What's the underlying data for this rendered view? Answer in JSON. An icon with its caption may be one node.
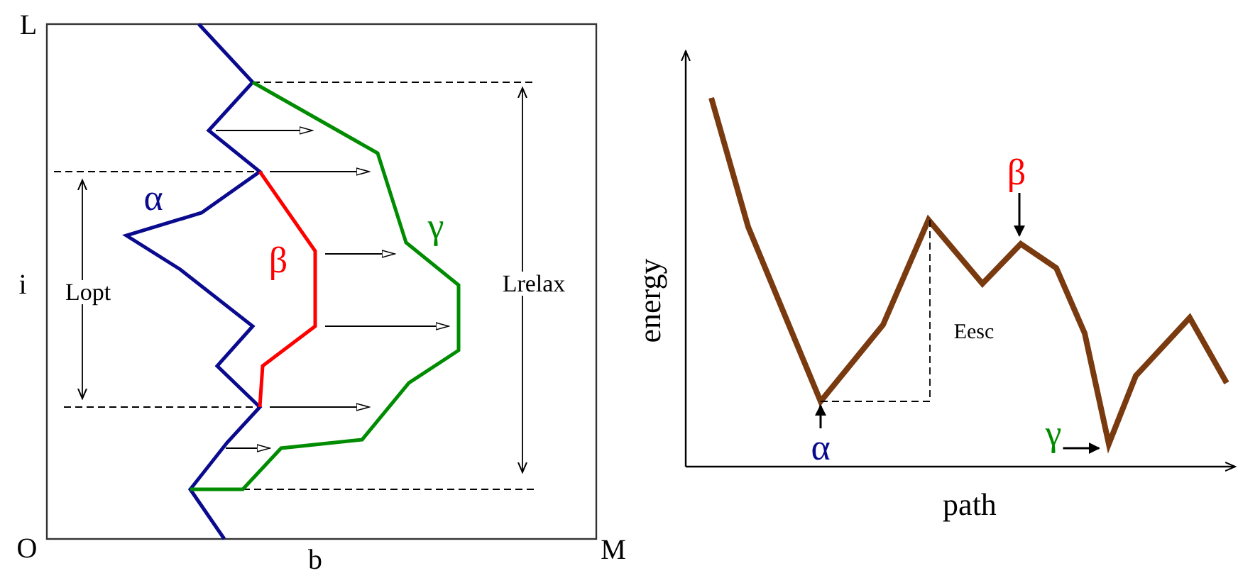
{
  "diagram": {
    "nodes": [
      {
        "text": [
          "α"
        ]
      },
      {
        "text": [
          "β"
        ]
      },
      {
        "text": [
          "γ"
        ]
      }
    ],
    "edges": [
      {
        "from": 0,
        "to": null,
        "arrow": "to"
      },
      {
        "from": 1,
        "to": null,
        "arrow": "to"
      },
      {
        "from": 2,
        "to": null,
        "arrow": "to"
      }
    ],
    "labels": [
      "L",
      "i",
      "O",
      "b",
      "M",
      "α",
      "β",
      "γ",
      "Lopt",
      "Lrelax",
      "energy",
      "Eesc",
      "path"
    ]
  }
}
